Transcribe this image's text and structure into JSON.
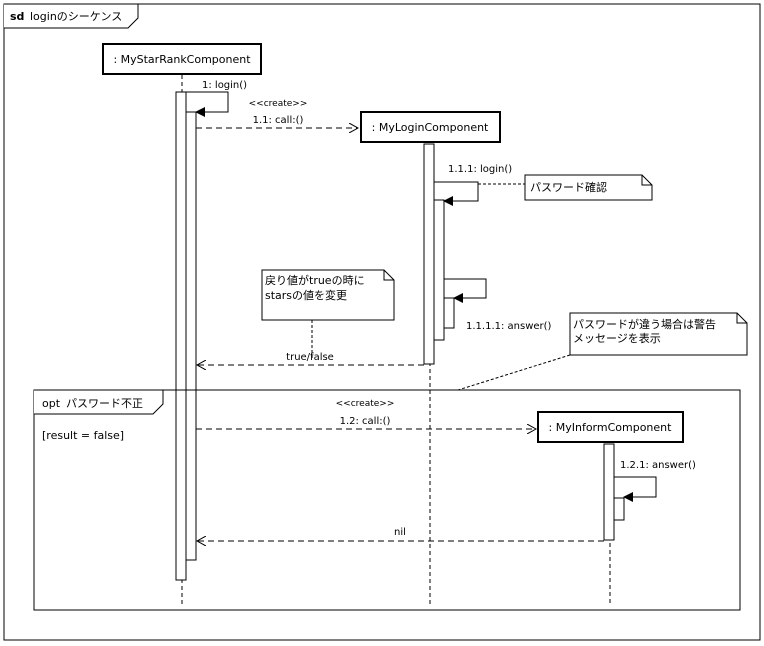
{
  "frame": {
    "keyword": "sd",
    "title": "loginのシーケンス"
  },
  "lifelines": {
    "star_rank": ": MyStarRankComponent",
    "login": ": MyLoginComponent",
    "inform": ": MyInformComponent"
  },
  "messages": {
    "m1": "1: login()",
    "m1_1_stereotype": "<<create>>",
    "m1_1": "1.1: call:()",
    "m1_1_1": "1.1.1: login()",
    "m1_1_1_1": "1.1.1.1: answer()",
    "ret_true_false": "true/false",
    "m1_2_stereotype": "<<create>>",
    "m1_2": "1.2: call:()",
    "m1_2_1": "1.2.1: answer()",
    "ret_nil": "nil"
  },
  "notes": {
    "password_check": "パスワード確認",
    "return_value": [
      "戻り値がtrueの時に",
      "starsの値を変更"
    ],
    "password_mismatch": [
      "パスワードが違う場合は警告",
      "メッセージを表示"
    ]
  },
  "fragment": {
    "operator": "opt",
    "label": "パスワード不正",
    "guard": "[result = false]"
  }
}
